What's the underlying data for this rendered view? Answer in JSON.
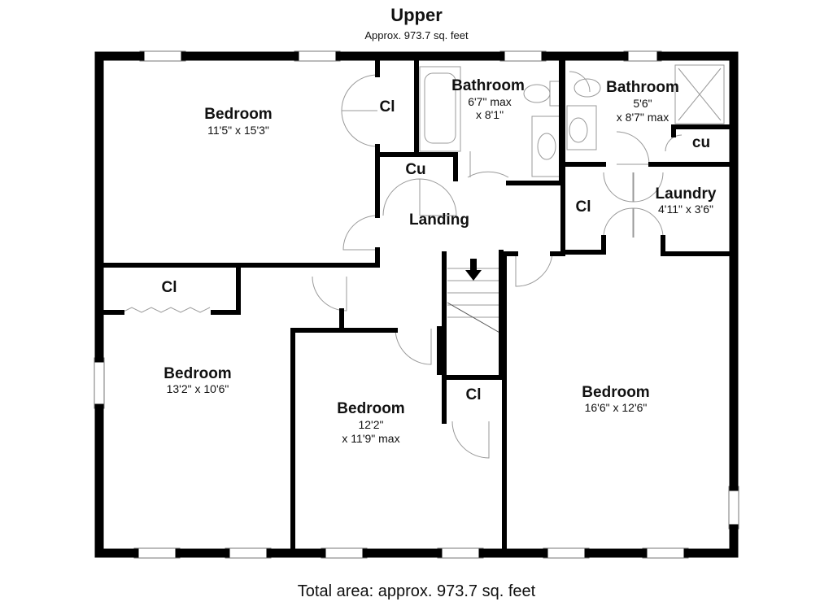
{
  "header": {
    "title": "Upper",
    "subtitle": "Approx. 973.7 sq. feet"
  },
  "footer": {
    "total_area": "Total area: approx. 973.7 sq. feet"
  },
  "rooms": {
    "bedroom_top_left": {
      "name": "Bedroom",
      "dim": "11'5\" x 15'3\""
    },
    "closet_top": {
      "name": "Cl"
    },
    "bathroom_1": {
      "name": "Bathroom",
      "dim1": "6'7\" max",
      "dim2": "x 8'1\""
    },
    "bathroom_2": {
      "name": "Bathroom",
      "dim1": "5'6\"",
      "dim2": "x 8'7\" max"
    },
    "cupboard_right": {
      "name": "cu"
    },
    "cupboard_landing": {
      "name": "Cu"
    },
    "landing": {
      "name": "Landing"
    },
    "closet_laundry": {
      "name": "Cl"
    },
    "laundry": {
      "name": "Laundry",
      "dim": "4'11\" x 3'6\""
    },
    "closet_left": {
      "name": "Cl"
    },
    "bedroom_left": {
      "name": "Bedroom",
      "dim": "13'2\" x 10'6\""
    },
    "bedroom_middle": {
      "name": "Bedroom",
      "dim1": "12'2\"",
      "dim2": "x 11'9\" max"
    },
    "closet_middle": {
      "name": "Cl"
    },
    "bedroom_right": {
      "name": "Bedroom",
      "dim": "16'6\" x 12'6\""
    }
  },
  "stairs": {
    "direction": "down"
  },
  "colors": {
    "wall": "#000000",
    "fixture": "#999999",
    "background": "#ffffff"
  }
}
